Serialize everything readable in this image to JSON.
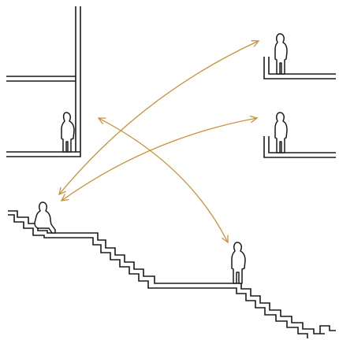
{
  "title": "",
  "colors": {
    "linework": "#1a1a1a",
    "sightline": "#c8923a",
    "background": "#ffffff"
  },
  "elements": {
    "left_building": "tower-section-with-two-floors",
    "right_balconies": "two-cantilevered-balconies",
    "staircase": "long-stepped-stair",
    "figures": [
      "standing-figure-left-floor",
      "standing-figure-upper-balcony",
      "standing-figure-lower-balcony",
      "seated-figure-stair-top",
      "standing-figure-stair-landing"
    ],
    "sightlines": [
      "upper-balcony-to-seated",
      "lower-balcony-to-seated",
      "left-floor-to-stair-landing"
    ]
  }
}
